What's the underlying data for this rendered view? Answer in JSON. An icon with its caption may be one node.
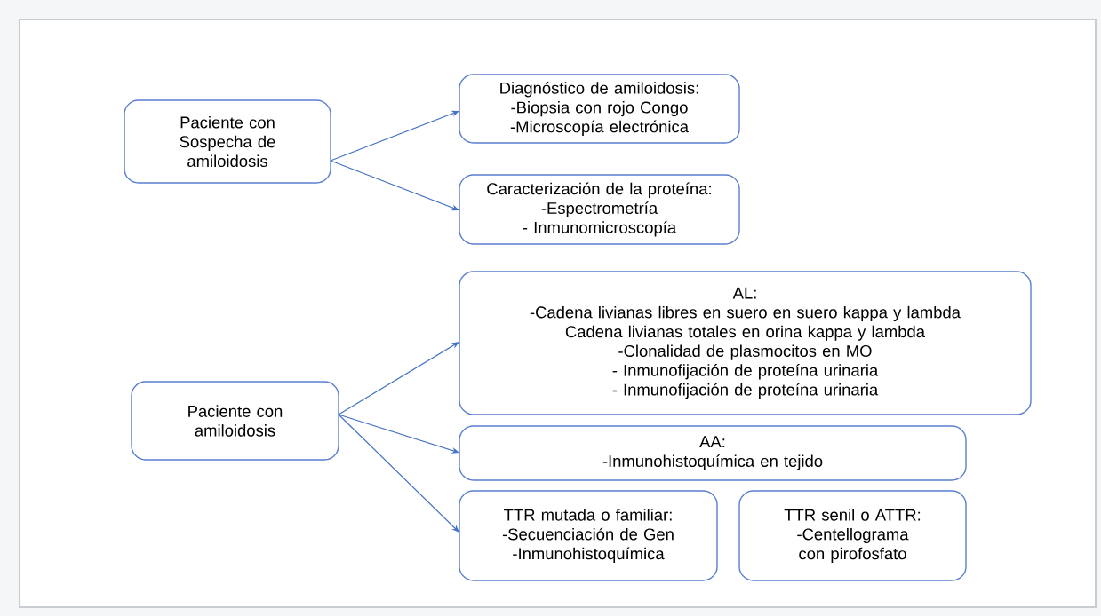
{
  "diagram": {
    "nodes": [
      {
        "text": [
          "Paciente con Sospecha de amiloidosis"
        ]
      },
      {
        "text": [
          "Diagnóstico de amiloidosis:",
          "-Biopsia con rojo Congo",
          "-Microscopía electrónica"
        ]
      },
      {
        "text": [
          "Caracterización de la proteína:",
          "-Espectrometría",
          "- Inmunomicroscopía"
        ]
      },
      {
        "text": [
          "Paciente con amiloidosis"
        ]
      },
      {
        "text": [
          "AL:",
          "-Cadena livianas libres en suero en suero kappa y lambda",
          "Cadena livianas totales en orina kappa y lambda",
          "-Clonalidad de plasmocitos en MO",
          "- Inmunofijación de proteína urinaria",
          "- Inmunofijación de proteína urinaria"
        ]
      },
      {
        "text": [
          "AA:",
          "-Inmunohistoquímica en tejido"
        ]
      },
      {
        "text": [
          "TTR mutada o familiar:",
          "-Secuenciación de Gen",
          "-Inmunohistoquímica"
        ]
      },
      {
        "text": [
          "TTR senil o ATTR:",
          "-Centellograma con pirofosfato"
        ]
      }
    ],
    "edges": [
      {
        "from": 0,
        "to": 1,
        "arrow": "to"
      },
      {
        "from": 0,
        "to": 2,
        "arrow": "to"
      },
      {
        "from": 3,
        "to": 4,
        "arrow": "to"
      },
      {
        "from": 3,
        "to": 5,
        "arrow": "to"
      },
      {
        "from": 3,
        "to": 6,
        "arrow": "to"
      }
    ]
  }
}
